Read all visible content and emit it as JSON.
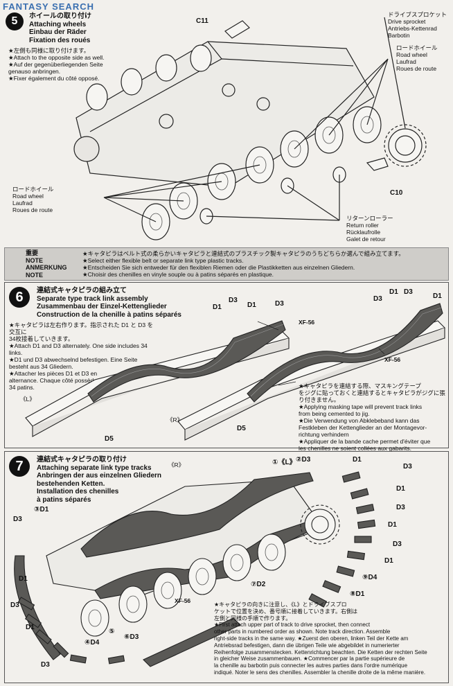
{
  "watermark": "FANTASY SEARCH",
  "step5": {
    "title_jp": "ホイールの取り付け",
    "title_en": "Attaching wheels",
    "title_de": "Einbau der Räder",
    "title_fr": "Fixation des roués",
    "notes": [
      "★左側も同様に取り付けます。",
      "★Attach to the opposite side as well.",
      "★Auf der gegenüberliegenden Seite",
      "genauso anbringen.",
      "★Fixer également du côté opposé."
    ],
    "labels": {
      "c11": "C11",
      "c10": "C10",
      "sprocket": [
        "ドライブスプロケット",
        "Drive sprocket",
        "Antriebs-Kettenrad",
        "Barbotin"
      ],
      "road_wheel_top": [
        "ロードホイール",
        "Road wheel",
        "Laufrad",
        "Roues de route"
      ],
      "road_wheel_left": [
        "ロードホイール",
        "Road wheel",
        "Laufrad",
        "Roues de route"
      ],
      "return_roller": [
        "リターンローラー",
        "Return roller",
        "Rücklaufrolle",
        "Galet de retour"
      ]
    }
  },
  "note": {
    "heads": [
      "重要",
      "NOTE",
      "ANMERKUNG",
      "NOTE"
    ],
    "lines": [
      "★キャタピラはベルト式の柔らかいキャタピラと連結式のプラスチック製キャタピラのうちどちらか選んで組み立てます。",
      "★Select either flexible belt or separate link type plastic tracks.",
      "★Entscheiden Sie sich entweder für den flexiblen Riemen oder die Plastikketten aus einzelnen Gliedern.",
      "★Choisir des chenilles en vinyle souple ou à patins séparés en plastique."
    ]
  },
  "step6": {
    "num": "6",
    "title_jp": "連結式キャタピラの組み立て",
    "title_en": "Separate type track link assembly",
    "title_de": "Zusammenbau der Einzel-Kettenglieder",
    "title_fr": "Construction de la chenille à patins séparés",
    "notes": [
      "★キャタピラは左右作ります。指示された D1 と D3 を交互に",
      "34枚接着していきます。",
      "★Attach D1 and D3 alternately. One side includes 34 links.",
      "★D1 und D3 abwechselnd befestigen. Eine Seite",
      "besteht aus 34 Gliedern.",
      "★Attacher les pièces D1 et D3 en",
      "alternance. Chaque côté possède",
      "34 patins."
    ],
    "jig_notes": [
      "★キャタピラを連結する際、マスキングテープ",
      "をジグに貼っておくと連結するとキャタピラがジグに張",
      "り付きません。",
      "★Applying masking tape will prevent track links",
      "from being cemented to jig.",
      "★Die Verwendung von Abklebeband kann das",
      "Festkleben der Kettenglieder an der Montagevor-",
      "richtung verhindern",
      "★Appliquer de la bande cache permet d'éviter que",
      "les chenilles ne soient collées aux gabarits."
    ],
    "left_tag": "《L》",
    "right_tag": "《R》",
    "paint": "XF-56",
    "parts": {
      "d1": "D1",
      "d3": "D3",
      "d5": "D5"
    }
  },
  "step7": {
    "num": "7",
    "title_jp": "連結式キャタピラの取り付け",
    "title_en": "Attaching separate link type tracks",
    "title_de": "Anbringen der aus einzelnen Gliedern",
    "title_de2": "bestehenden Ketten.",
    "title_fr": "Installation des chenilles",
    "title_fr2": "à patins séparés",
    "r_tag": "《R》",
    "seq": {
      "s1": "①《L》",
      "s2": "②D3",
      "s3": "③D1",
      "s4": "④D4",
      "s5": "⑤",
      "s6": "⑥D3",
      "s7": "⑦D2",
      "s8": "⑧D1",
      "s9": "⑨D4"
    },
    "paint": "XF-56",
    "parts": {
      "d1": "D1",
      "d3": "D3"
    },
    "notes": [
      "★キャタピラの向きに注意し、《L》とドライブスプロ",
      "ケットで位置を決め、番号順に接着していきます。右側は",
      "左側と同様の手順で作ります。",
      "★First attach upper part of track to drive sprocket, then connect",
      "other parts in numbered order as shown. Note track direction. Assemble",
      "right-side tracks in the same way. ★Zuerst den oberen, linken Teil der Kette am",
      "Antriebsrad befestigen, dann die übrigen Teile wie abgebildet in numerierter",
      "Reihenfolge zusammenstecken. Kettenrichtung beachten. Die Ketten der rechten Seite",
      "in gleicher Weise zusammenbauen. ★Commencer par la partie supérieure de",
      "la chenille au barbotin puis connecter les autres parties dans l'ordre numérique",
      "indiqué. Noter le sens des chenilles. Assembler la chenille droite de la même manière."
    ]
  }
}
